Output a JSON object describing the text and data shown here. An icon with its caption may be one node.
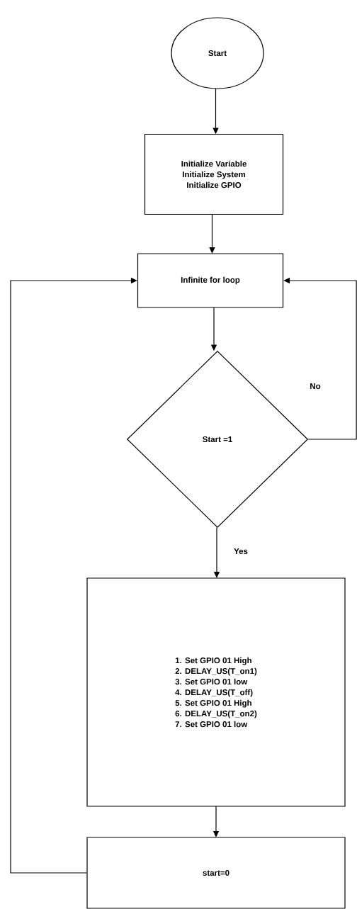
{
  "diagram": {
    "nodes": [
      {
        "text": [
          "Start"
        ]
      },
      {
        "text": [
          "Initialize Variable",
          "Initialize System",
          "Initialize GPIO"
        ]
      },
      {
        "text": [
          "Infinite for loop"
        ]
      },
      {
        "text": [
          "Start =1"
        ]
      },
      {
        "text": [
          "1. Set GPIO 01 High",
          "2. DELAY_US(T_on1)",
          "3. Set GPIO 01 low",
          "4. DELAY_US(T_off)",
          "5. Set GPIO 01 High",
          "6.  DELAY_US(T_on2)",
          "7. Set GPIO 01 low"
        ]
      },
      {
        "text": [
          "start=0"
        ]
      }
    ],
    "edges": [
      {
        "from": 0,
        "to": 1,
        "arrow": "to"
      },
      {
        "from": 1,
        "to": 2,
        "arrow": "to"
      },
      {
        "from": 2,
        "to": 3,
        "arrow": "to"
      },
      {
        "from": 3,
        "to": 4,
        "arrow": "to",
        "label": "Yes"
      },
      {
        "from": 3,
        "to": 2,
        "arrow": "to",
        "label": "No"
      },
      {
        "from": 4,
        "to": 5,
        "arrow": "to"
      },
      {
        "from": 5,
        "to": 2,
        "arrow": "to"
      }
    ]
  }
}
